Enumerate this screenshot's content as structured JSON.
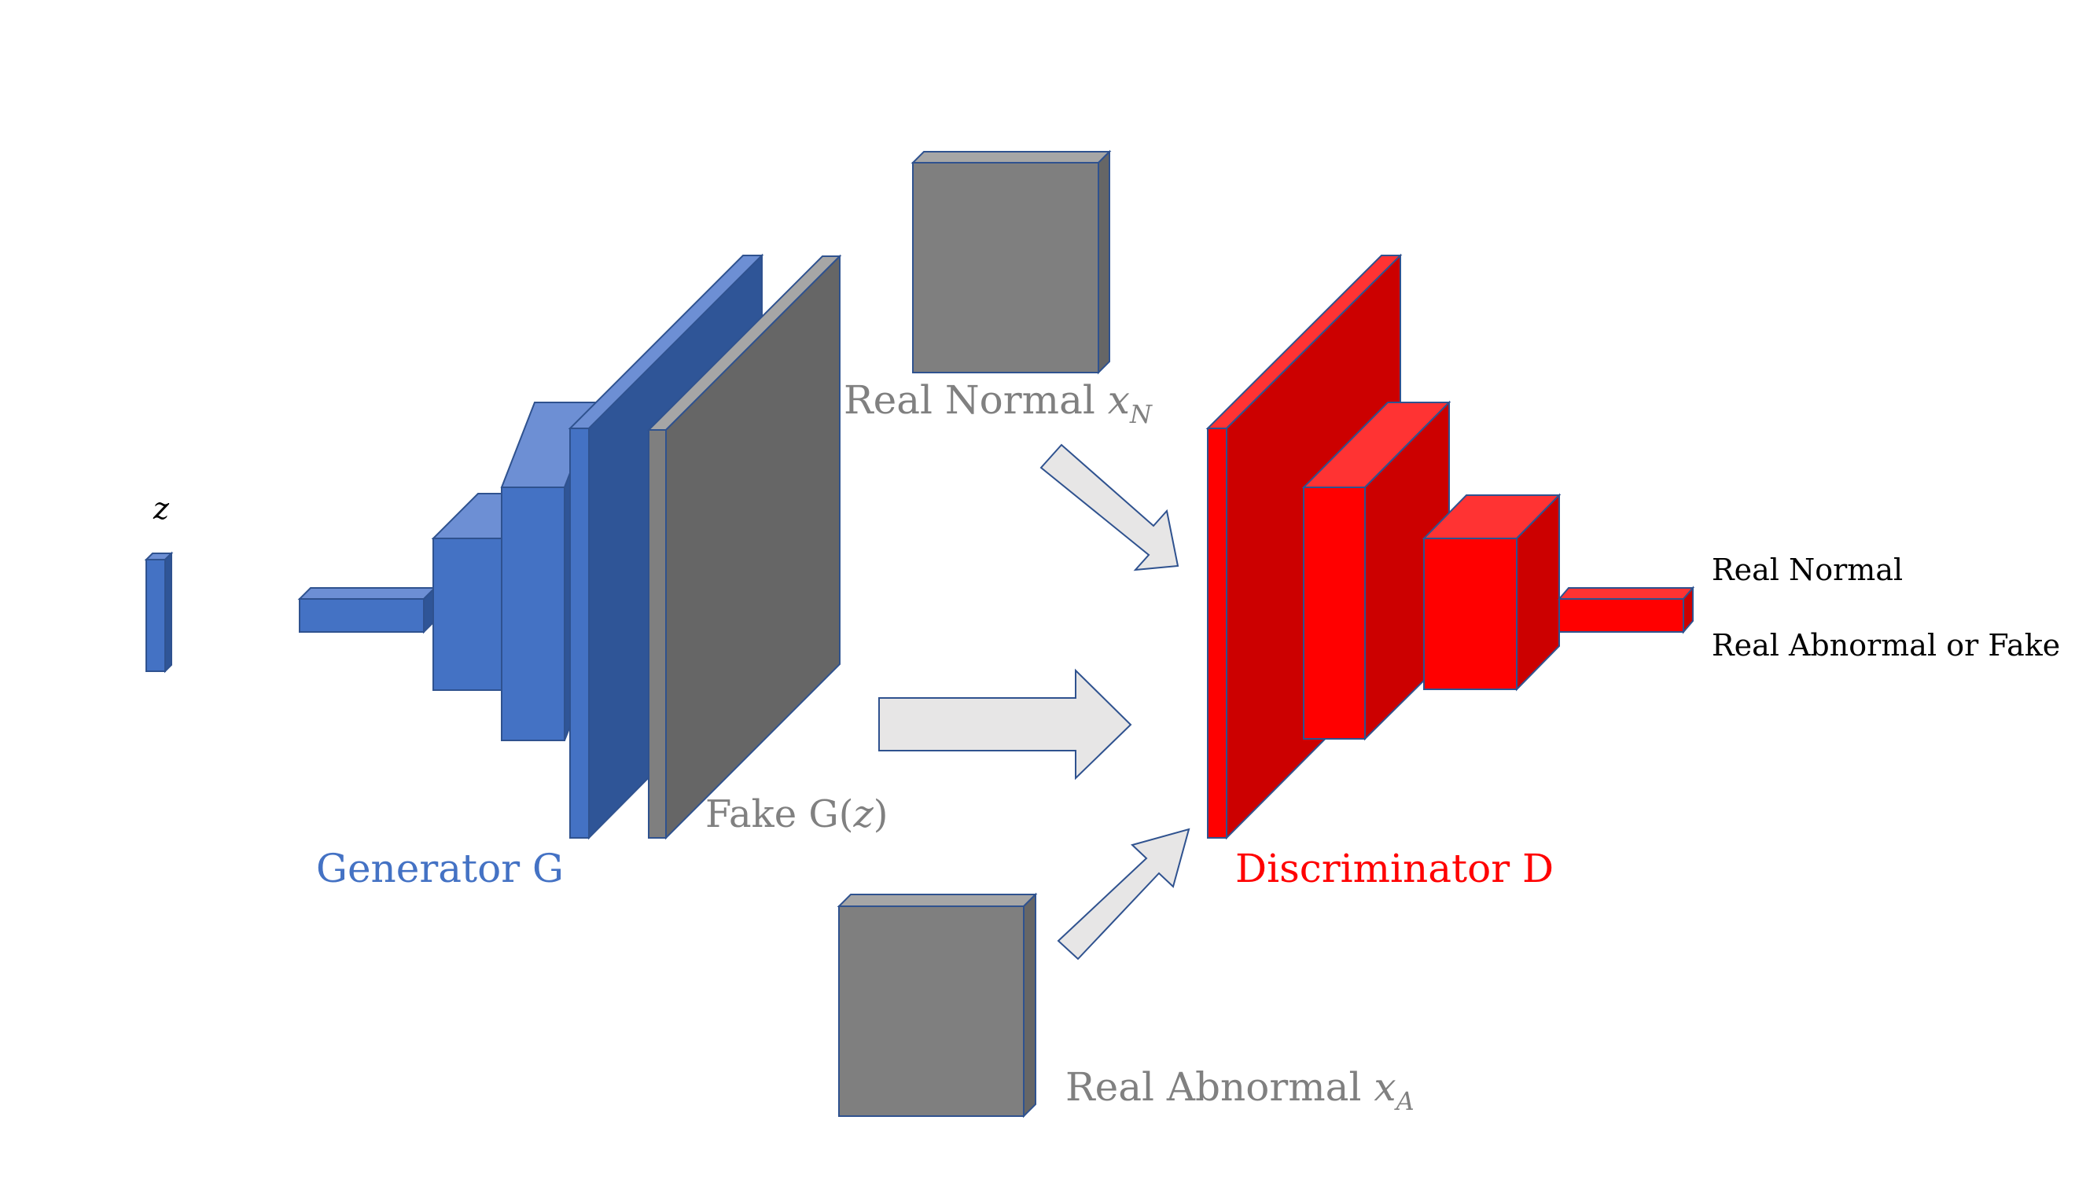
{
  "labels": {
    "z": "z",
    "real_normal_prefix": "Real Normal ",
    "real_normal_var": "x",
    "real_normal_sub": "N",
    "fake_prefix": "Fake ",
    "fake_fn": "G(",
    "fake_var": "z",
    "fake_close": ")",
    "generator": "Generator G",
    "discriminator": "Discriminator D",
    "real_abnormal_prefix": "Real Abnormal ",
    "real_abnormal_var": "x",
    "real_abnormal_sub": "A",
    "out_real_normal": "Real Normal",
    "out_real_abnormal_or_fake": "Real Abnormal or Fake"
  },
  "colors": {
    "generator_blue": "#4472c4",
    "generator_dark_blue": "#2f5597",
    "image_gray": "#7f7f7f",
    "image_dark_gray": "#666666",
    "discriminator_red": "#ff0000",
    "discriminator_dark_red": "#cc0000",
    "arrow_fill": "#e7e6e6",
    "label_gray": "#808080",
    "label_blue": "#4472c4",
    "label_red": "#ff0000",
    "label_black": "#000000"
  }
}
